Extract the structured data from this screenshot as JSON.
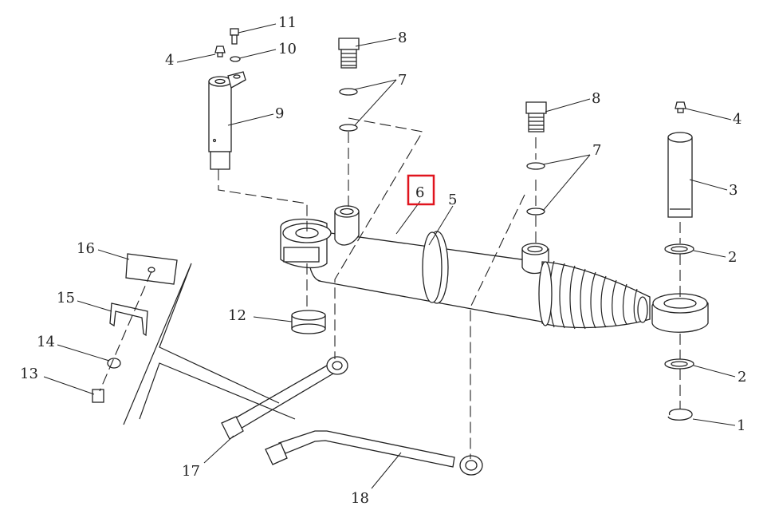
{
  "diagram": {
    "callouts": {
      "c1": "1",
      "c2a": "2",
      "c2b": "2",
      "c3": "3",
      "c4a": "4",
      "c4b": "4",
      "c5": "5",
      "c6": "6",
      "c7a": "7",
      "c7b": "7",
      "c8a": "8",
      "c8b": "8",
      "c9": "9",
      "c10": "10",
      "c11": "11",
      "c12": "12",
      "c13": "13",
      "c14": "14",
      "c15": "15",
      "c16": "16",
      "c17": "17",
      "c18": "18"
    },
    "highlighted_callout": "6",
    "highlight_color": "#e0141e",
    "line_color": "#222222"
  }
}
